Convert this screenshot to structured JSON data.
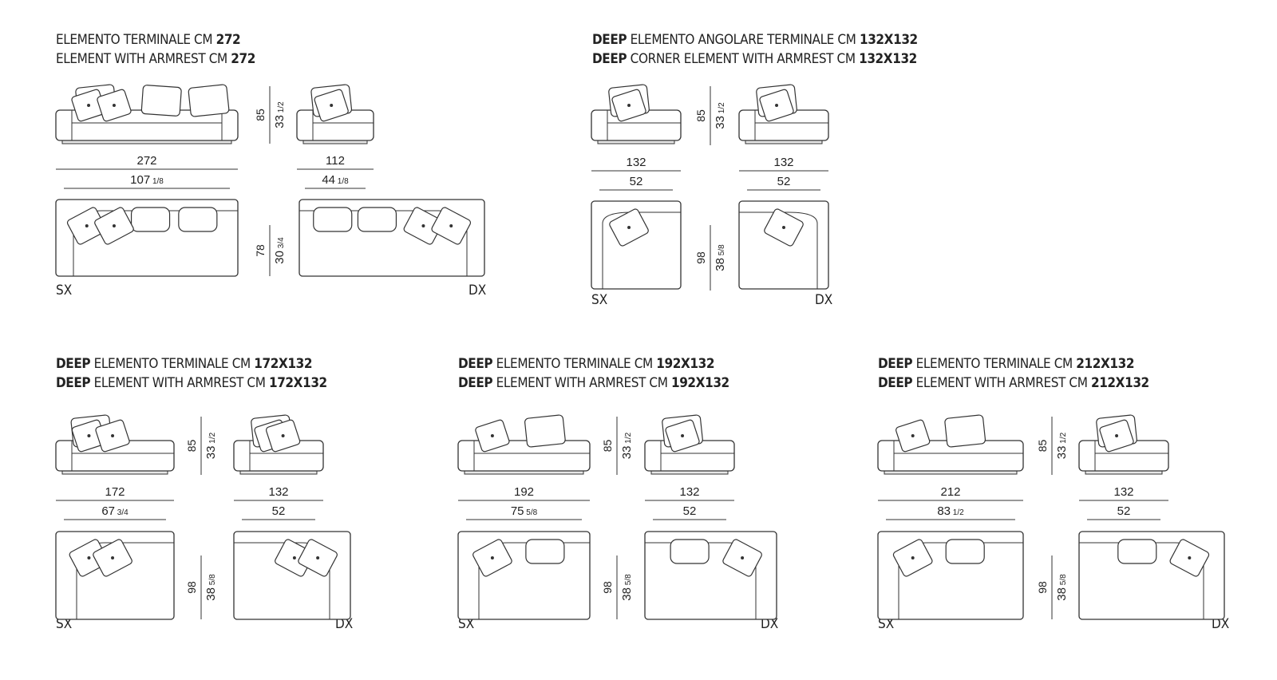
{
  "groups": [
    {
      "line1": {
        "pre": "",
        "mid": "ELEMENTO TERMINALE CM ",
        "dim": "272"
      },
      "line2": {
        "pre": "",
        "mid": "ELEMENT WITH ARMREST CM ",
        "dim": "272"
      },
      "side_labels": {
        "left": "SX",
        "right": "DX"
      },
      "height_cm": "85",
      "height_in": "33",
      "height_in_frac": "1/2",
      "depth_cm": "78",
      "depth_in": "30",
      "depth_in_frac": "3/4",
      "wide": {
        "cm": "272",
        "in": "107",
        "in_frac": "1/8"
      },
      "narrow": {
        "cm": "112",
        "in": "44",
        "in_frac": "1/8"
      }
    },
    {
      "line1": {
        "pre": "DEEP",
        "mid": " ELEMENTO ANGOLARE TERMINALE CM ",
        "dim": "132X132"
      },
      "line2": {
        "pre": "DEEP",
        "mid": " CORNER ELEMENT WITH ARMREST CM ",
        "dim": "132X132"
      },
      "side_labels": {
        "left": "SX",
        "right": "DX"
      },
      "height_cm": "85",
      "height_in": "33",
      "height_in_frac": "1/2",
      "depth_cm": "98",
      "depth_in": "38",
      "depth_in_frac": "5/8",
      "wide": {
        "cm": "132",
        "in": "52",
        "in_frac": ""
      },
      "narrow": {
        "cm": "132",
        "in": "52",
        "in_frac": ""
      }
    },
    {
      "line1": {
        "pre": "DEEP",
        "mid": " ELEMENTO TERMINALE CM ",
        "dim": "172X132"
      },
      "line2": {
        "pre": "DEEP",
        "mid": " ELEMENT WITH ARMREST CM ",
        "dim": "172X132"
      },
      "side_labels": {
        "left": "SX",
        "right": "DX"
      },
      "height_cm": "85",
      "height_in": "33",
      "height_in_frac": "1/2",
      "depth_cm": "98",
      "depth_in": "38",
      "depth_in_frac": "5/8",
      "wide": {
        "cm": "172",
        "in": "67",
        "in_frac": "3/4"
      },
      "narrow": {
        "cm": "132",
        "in": "52",
        "in_frac": ""
      }
    },
    {
      "line1": {
        "pre": "DEEP",
        "mid": " ELEMENTO TERMINALE CM ",
        "dim": "192X132"
      },
      "line2": {
        "pre": "DEEP",
        "mid": " ELEMENT WITH ARMREST CM ",
        "dim": "192X132"
      },
      "side_labels": {
        "left": "SX",
        "right": "DX"
      },
      "height_cm": "85",
      "height_in": "33",
      "height_in_frac": "1/2",
      "depth_cm": "98",
      "depth_in": "38",
      "depth_in_frac": "5/8",
      "wide": {
        "cm": "192",
        "in": "75",
        "in_frac": "5/8"
      },
      "narrow": {
        "cm": "132",
        "in": "52",
        "in_frac": ""
      }
    },
    {
      "line1": {
        "pre": "DEEP",
        "mid": " ELEMENTO TERMINALE CM ",
        "dim": "212X132"
      },
      "line2": {
        "pre": "DEEP",
        "mid": " ELEMENT WITH ARMREST CM ",
        "dim": "212X132"
      },
      "side_labels": {
        "left": "SX",
        "right": "DX"
      },
      "height_cm": "85",
      "height_in": "33",
      "height_in_frac": "1/2",
      "depth_cm": "98",
      "depth_in": "38",
      "depth_in_frac": "5/8",
      "wide": {
        "cm": "212",
        "in": "83",
        "in_frac": "1/2"
      },
      "narrow": {
        "cm": "132",
        "in": "52",
        "in_frac": ""
      }
    }
  ],
  "colors": {
    "line": "#333333",
    "fill": "#ffffff",
    "shade": "#e6e6e6"
  }
}
